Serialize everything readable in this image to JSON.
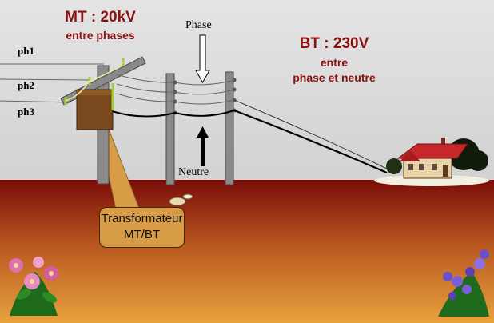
{
  "mt": {
    "title": "MT : 20kV",
    "subtitle": "entre phases"
  },
  "bt": {
    "title": "BT : 230V",
    "subtitle_line1": "entre",
    "subtitle_line2": "phase et neutre"
  },
  "phases": [
    "ph1",
    "ph2",
    "ph3"
  ],
  "phase_label": "Phase",
  "neutre_label": "Neutre",
  "transformer": {
    "line1": "Transformateur",
    "line2": "MT/BT"
  },
  "colors": {
    "sky": "#d9d9d9",
    "ground_top": "#7a0c08",
    "ground_bottom": "#e8a23d",
    "label_red": "#8b1111",
    "pole": "#808080",
    "transformer": "#7a4a1e",
    "callout": "#d79c45"
  }
}
